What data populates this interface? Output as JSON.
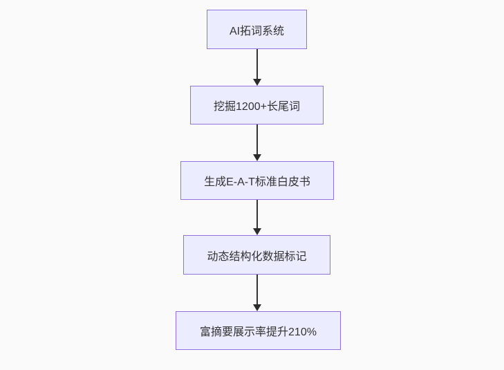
{
  "diagram": {
    "type": "flowchart",
    "direction": "top-down",
    "background": "#fafafa",
    "nodes": [
      {
        "id": "A",
        "label": "AI拓词系统"
      },
      {
        "id": "B",
        "label": "挖掘1200+长尾词"
      },
      {
        "id": "C",
        "label": "生成E-A-T标准白皮书"
      },
      {
        "id": "D",
        "label": "动态结构化数据标记"
      },
      {
        "id": "E",
        "label": "富摘要展示率提升210%"
      }
    ],
    "edges": [
      {
        "from": "A",
        "to": "B"
      },
      {
        "from": "B",
        "to": "C"
      },
      {
        "from": "C",
        "to": "D"
      },
      {
        "from": "D",
        "to": "E"
      }
    ],
    "colors": {
      "node_fill": "#ececff",
      "node_border": "#9370db",
      "edge_line": "#333333",
      "arrowhead": "#2b2b2b",
      "text": "#333333"
    }
  }
}
